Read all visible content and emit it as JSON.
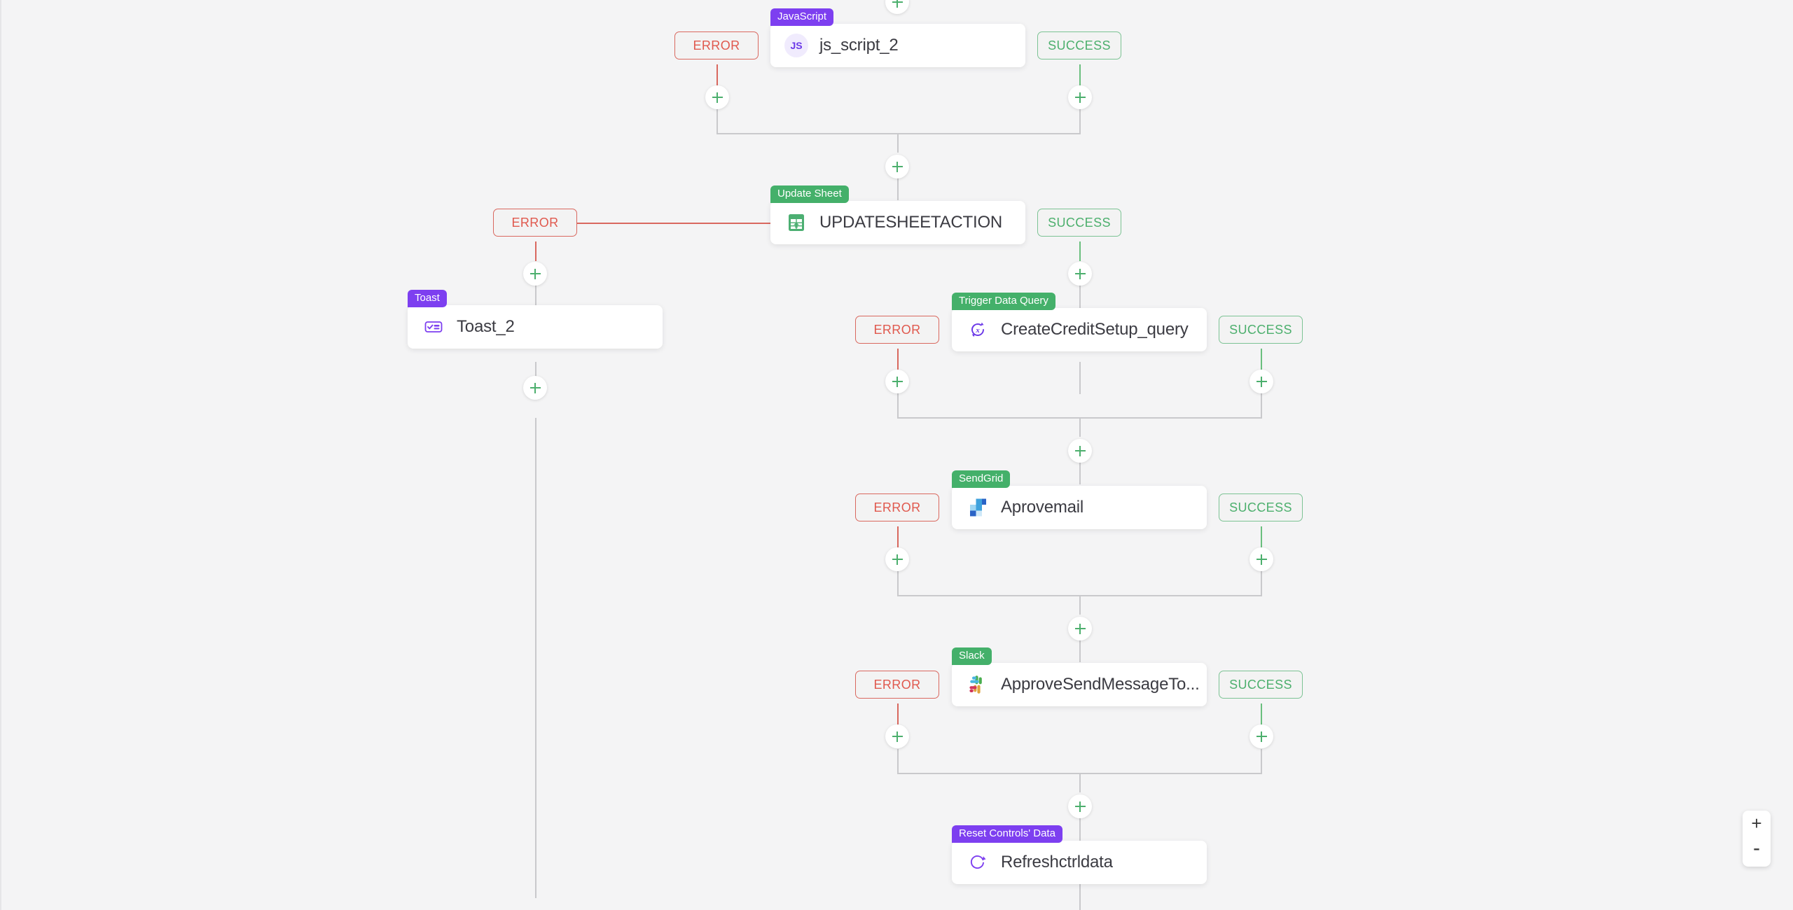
{
  "app": {
    "type": "workflow-editor-canvas",
    "background_color": "#f4f4f5"
  },
  "labels": {
    "error": "ERROR",
    "success": "SUCCESS",
    "add": "+",
    "zoom_in": "+",
    "zoom_out": "-"
  },
  "colors": {
    "error_border": "#d9685f",
    "error_text": "#e0594e",
    "success_border": "#7cc394",
    "success_text": "#4caf6d",
    "badge_purple": "#7d3ff0",
    "badge_green": "#44b06a",
    "connector": "#c9c9cc",
    "plus_green": "#4caf6d"
  },
  "nodes": [
    {
      "id": "js_script_2",
      "badge": "JavaScript",
      "badge_color": "purple",
      "name": "js_script_2",
      "icon": "js-icon",
      "has_error": true,
      "has_success": true
    },
    {
      "id": "updatesheetaction",
      "badge": "Update Sheet",
      "badge_color": "green",
      "name": "UPDATESHEETACTION",
      "icon": "google-sheets-icon",
      "has_error": true,
      "has_success": true
    },
    {
      "id": "toast_2",
      "badge": "Toast",
      "badge_color": "purple",
      "name": "Toast_2",
      "icon": "toast-icon",
      "has_error": false,
      "has_success": false
    },
    {
      "id": "createcreditsetup_query",
      "badge": "Trigger Data Query",
      "badge_color": "green",
      "name": "CreateCreditSetup_query",
      "icon": "query-refresh-icon",
      "has_error": true,
      "has_success": true
    },
    {
      "id": "aprovemail",
      "badge": "SendGrid",
      "badge_color": "green",
      "name": "Aprovemail",
      "icon": "sendgrid-icon",
      "has_error": true,
      "has_success": true
    },
    {
      "id": "approvesendmessageto",
      "badge": "Slack",
      "badge_color": "green",
      "name": "ApproveSendMessageTo...",
      "icon": "slack-icon",
      "has_error": true,
      "has_success": true
    },
    {
      "id": "refreshctrldata",
      "badge": "Reset Controls' Data",
      "badge_color": "purple",
      "name": "Refreshctrldata",
      "icon": "refresh-circle-icon",
      "has_error": false,
      "has_success": false
    }
  ]
}
